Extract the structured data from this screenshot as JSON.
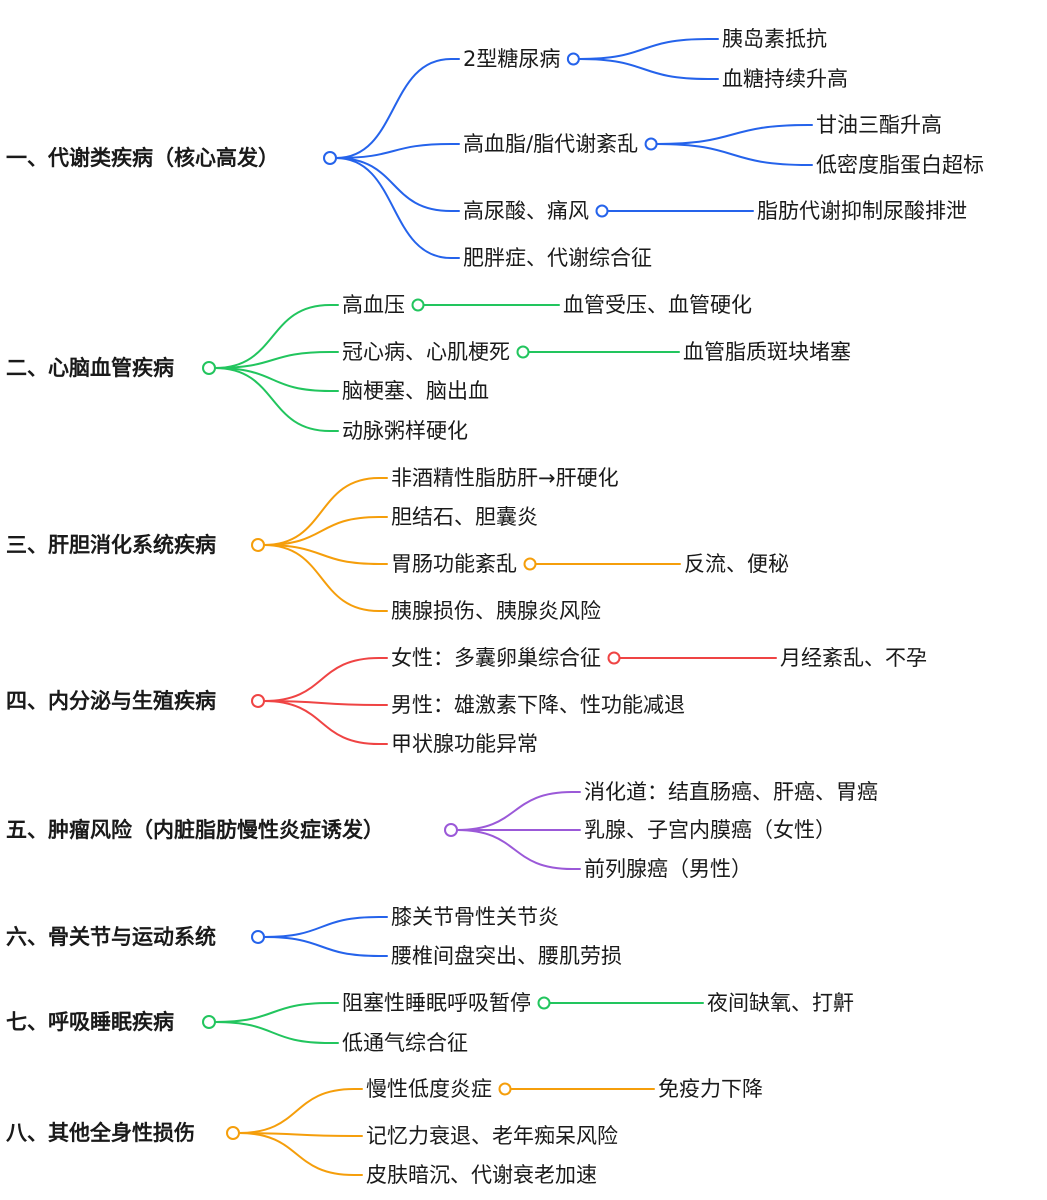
{
  "colors": {
    "blue": "#2563eb",
    "green": "#22c55e",
    "orange": "#f59e0b",
    "red": "#ef4444",
    "purple": "#9b59d8"
  },
  "groups": [
    {
      "title": "一、代谢类疾病（核心高发）",
      "color": "blue",
      "items": [
        {
          "label": "2型糖尿病",
          "subs": [
            "胰岛素抵抗",
            "血糖持续升高"
          ]
        },
        {
          "label": "高血脂/脂代谢紊乱",
          "subs": [
            "甘油三酯升高",
            "低密度脂蛋白超标"
          ]
        },
        {
          "label": "高尿酸、痛风",
          "subs": [
            "脂肪代谢抑制尿酸排泄"
          ]
        },
        {
          "label": "肥胖症、代谢综合征",
          "subs": []
        }
      ]
    },
    {
      "title": "二、心脑血管疾病",
      "color": "green",
      "items": [
        {
          "label": "高血压",
          "subs": [
            "血管受压、血管硬化"
          ]
        },
        {
          "label": "冠心病、心肌梗死",
          "subs": [
            "血管脂质斑块堵塞"
          ]
        },
        {
          "label": "脑梗塞、脑出血",
          "subs": []
        },
        {
          "label": "动脉粥样硬化",
          "subs": []
        }
      ]
    },
    {
      "title": "三、肝胆消化系统疾病",
      "color": "orange",
      "items": [
        {
          "label": "非酒精性脂肪肝→肝硬化",
          "subs": []
        },
        {
          "label": "胆结石、胆囊炎",
          "subs": []
        },
        {
          "label": "胃肠功能紊乱",
          "subs": [
            "反流、便秘"
          ]
        },
        {
          "label": "胰腺损伤、胰腺炎风险",
          "subs": []
        }
      ]
    },
    {
      "title": "四、内分泌与生殖疾病",
      "color": "red",
      "items": [
        {
          "label": "女性：多囊卵巢综合征",
          "subs": [
            "月经紊乱、不孕"
          ]
        },
        {
          "label": "男性：雄激素下降、性功能减退",
          "subs": []
        },
        {
          "label": "甲状腺功能异常",
          "subs": []
        }
      ]
    },
    {
      "title": "五、肿瘤风险（内脏脂肪慢性炎症诱发）",
      "color": "purple",
      "items": [
        {
          "label": "消化道：结直肠癌、肝癌、胃癌",
          "subs": []
        },
        {
          "label": "乳腺、子宫内膜癌（女性）",
          "subs": []
        },
        {
          "label": "前列腺癌（男性）",
          "subs": []
        }
      ]
    },
    {
      "title": "六、骨关节与运动系统",
      "color": "blue",
      "items": [
        {
          "label": "膝关节骨性关节炎",
          "subs": []
        },
        {
          "label": "腰椎间盘突出、腰肌劳损",
          "subs": []
        }
      ]
    },
    {
      "title": "七、呼吸睡眠疾病",
      "color": "green",
      "items": [
        {
          "label": "阻塞性睡眠呼吸暂停",
          "subs": [
            "夜间缺氧、打鼾"
          ]
        },
        {
          "label": "低通气综合征",
          "subs": []
        }
      ]
    },
    {
      "title": "八、其他全身性损伤",
      "color": "orange",
      "items": [
        {
          "label": "慢性低度炎症",
          "subs": [
            "免疫力下降"
          ]
        },
        {
          "label": "记忆力衰退、老年痴呆风险",
          "subs": []
        },
        {
          "label": "皮肤暗沉、代谢衰老加速",
          "subs": []
        }
      ]
    }
  ]
}
